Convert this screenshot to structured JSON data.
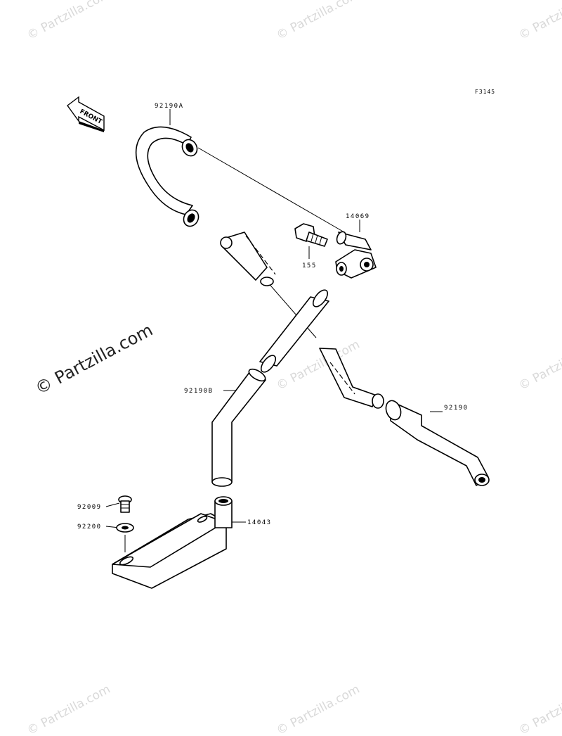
{
  "diagram": {
    "reference_code": "F3145",
    "front_arrow_label": "FRONT",
    "watermark_text": "© Partzilla.com",
    "center_watermark_text": "© Partzilla.com",
    "parts": {
      "hose_a": "92190A",
      "fitting": "14069",
      "bolt_fitting": "155",
      "hose_b": "92190B",
      "hose": "92190",
      "screw": "92009",
      "washer": "92200",
      "bracket": "14043"
    }
  }
}
